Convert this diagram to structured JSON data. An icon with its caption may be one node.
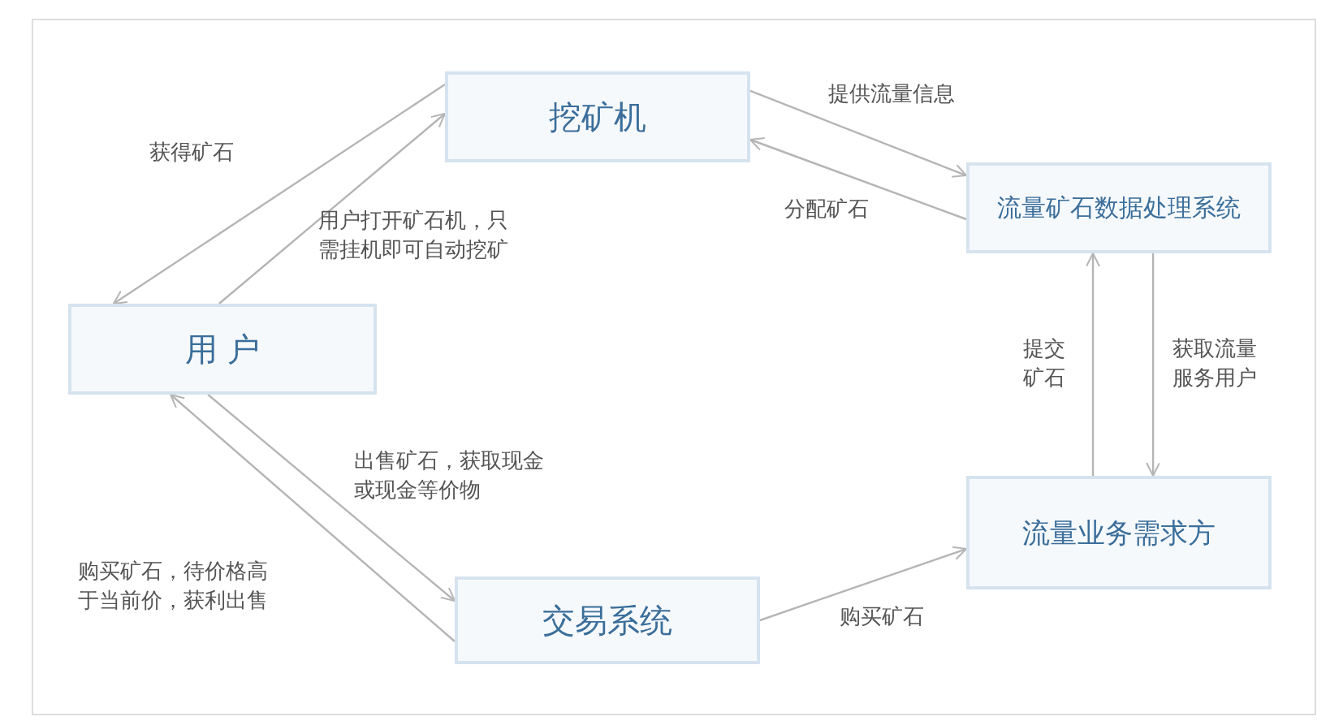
{
  "diagram": {
    "nodes": [
      {
        "text": [
          "挖矿机"
        ]
      },
      {
        "text": [
          "流量矿石数据处理系统"
        ]
      },
      {
        "text": [
          "用 户"
        ]
      },
      {
        "text": [
          "流量业务需求方"
        ]
      },
      {
        "text": [
          "交易系统"
        ]
      }
    ],
    "edges": [
      {
        "from": 0,
        "to": 2,
        "arrow": "to",
        "label": "获得矿石"
      },
      {
        "from": 2,
        "to": 0,
        "arrow": "to",
        "label": "用户打开矿石机，只需挂机即可自动挖矿"
      },
      {
        "from": 0,
        "to": 1,
        "arrow": "to",
        "label": "提供流量信息"
      },
      {
        "from": 1,
        "to": 0,
        "arrow": "to",
        "label": "分配矿石"
      },
      {
        "from": 3,
        "to": 1,
        "arrow": "to",
        "label": "提交矿石"
      },
      {
        "from": 1,
        "to": 3,
        "arrow": "to",
        "label": "获取流量服务用户"
      },
      {
        "from": 2,
        "to": 4,
        "arrow": "to",
        "label": "出售矿石，获取现金或现金等价物"
      },
      {
        "from": 4,
        "to": 2,
        "arrow": "to",
        "label": "购买矿石，待价格高于当前价，获利出售"
      },
      {
        "from": 4,
        "to": 3,
        "arrow": "to",
        "label": "购买矿石"
      }
    ]
  }
}
